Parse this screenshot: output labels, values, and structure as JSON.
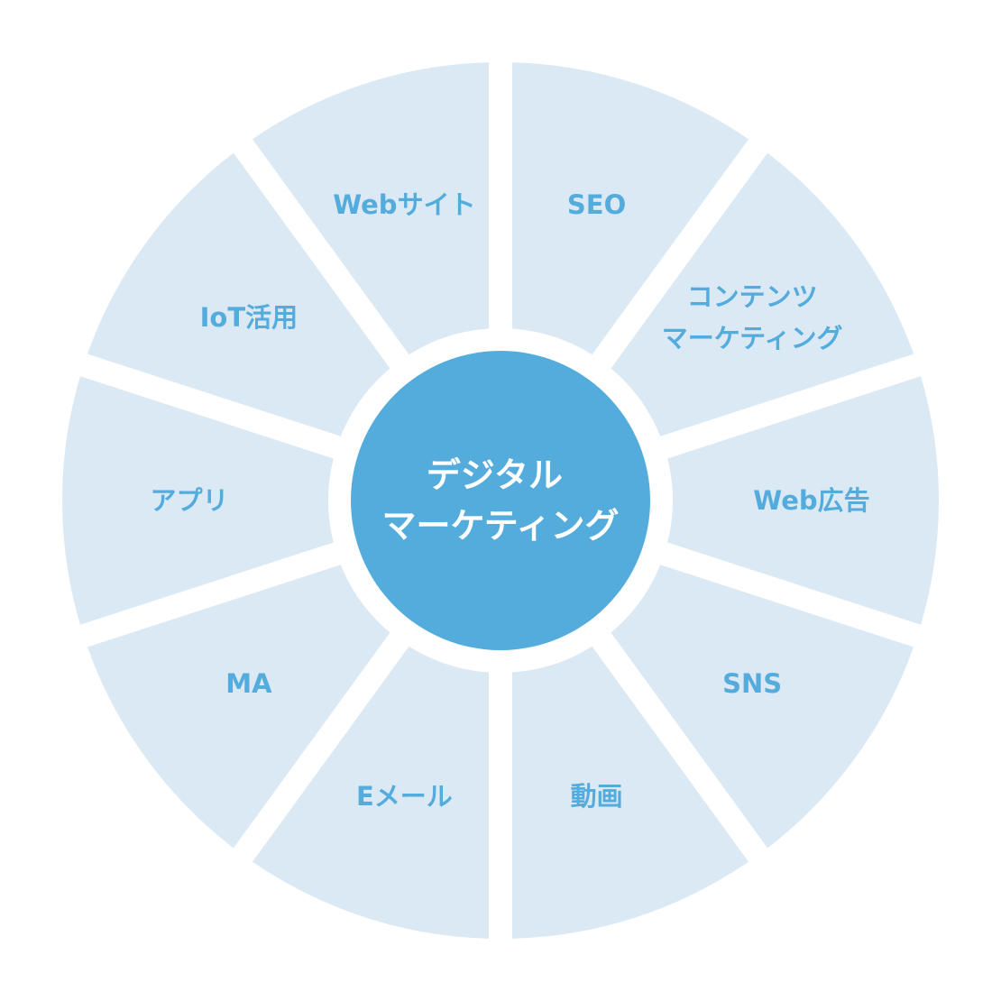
{
  "colors": {
    "segment_fill": "#dbe9f4",
    "segment_text": "#54acdd",
    "center_fill": "#54acdd",
    "center_text": "#ffffff",
    "background": "#ffffff"
  },
  "center": {
    "lines": [
      "デジタル",
      "マーケティング"
    ]
  },
  "segments": [
    {
      "lines": [
        "SEO"
      ]
    },
    {
      "lines": [
        "コンテンツ",
        "マーケティング"
      ]
    },
    {
      "lines": [
        "Web広告"
      ]
    },
    {
      "lines": [
        "SNS"
      ]
    },
    {
      "lines": [
        "動画"
      ]
    },
    {
      "lines": [
        "Eメール"
      ]
    },
    {
      "lines": [
        "MA"
      ]
    },
    {
      "lines": [
        "アプリ"
      ]
    },
    {
      "lines": [
        "IoT活用"
      ]
    },
    {
      "lines": [
        "Webサイト"
      ]
    }
  ]
}
